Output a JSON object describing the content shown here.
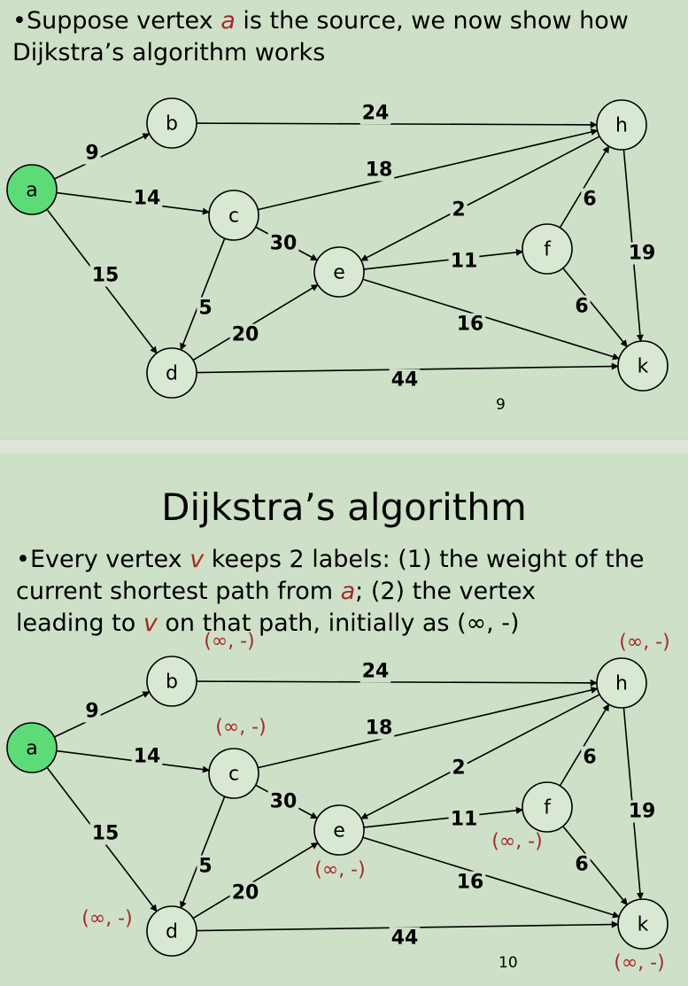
{
  "slide1": {
    "bullet": "•",
    "line1_pre": "Suppose vertex ",
    "line1_var": "a",
    "line1_post": " is the source, we now show how",
    "line2": "Dijkstra’s algorithm works",
    "page_number": "9"
  },
  "slide2": {
    "title": "Dijkstra’s algorithm",
    "bullet": "•",
    "line1_pre": "Every vertex ",
    "line1_var": "v",
    "line1_post": " keeps 2 labels: (1) the weight of the",
    "line2_pre": "current shortest path from ",
    "line2_var": "a",
    "line2_post": "; (2) the vertex",
    "line3_pre": "leading to ",
    "line3_var": "v",
    "line3_post": " on that path, initially as (∞, -)",
    "page_number": "10"
  },
  "graph": {
    "source_color": "#5ddb77",
    "node_fill": "#d8e8d2",
    "label_color": "#a52a2a",
    "nodes": [
      "a",
      "b",
      "c",
      "d",
      "e",
      "f",
      "h",
      "k"
    ],
    "source": "a",
    "edges": [
      {
        "from": "a",
        "to": "b",
        "weight": "9"
      },
      {
        "from": "a",
        "to": "c",
        "weight": "14"
      },
      {
        "from": "a",
        "to": "d",
        "weight": "15"
      },
      {
        "from": "b",
        "to": "h",
        "weight": "24"
      },
      {
        "from": "c",
        "to": "h",
        "weight": "18"
      },
      {
        "from": "c",
        "to": "e",
        "weight": "30"
      },
      {
        "from": "c",
        "to": "d",
        "weight": "5"
      },
      {
        "from": "d",
        "to": "e",
        "weight": "20"
      },
      {
        "from": "d",
        "to": "k",
        "weight": "44"
      },
      {
        "from": "h",
        "to": "e",
        "weight": "2"
      },
      {
        "from": "e",
        "to": "f",
        "weight": "11"
      },
      {
        "from": "e",
        "to": "k",
        "weight": "16"
      },
      {
        "from": "f",
        "to": "h",
        "weight": "6"
      },
      {
        "from": "f",
        "to": "k",
        "weight": "6"
      },
      {
        "from": "h",
        "to": "k",
        "weight": "19"
      }
    ],
    "vertex_labels": [
      {
        "node": "b",
        "text": "(∞, -)"
      },
      {
        "node": "c",
        "text": "(∞, -)"
      },
      {
        "node": "d",
        "text": "(∞, -)"
      },
      {
        "node": "e",
        "text": "(∞, -)"
      },
      {
        "node": "f",
        "text": "(∞, -)"
      },
      {
        "node": "h",
        "text": "(∞, -)"
      },
      {
        "node": "k",
        "text": "(∞, -)"
      }
    ]
  }
}
